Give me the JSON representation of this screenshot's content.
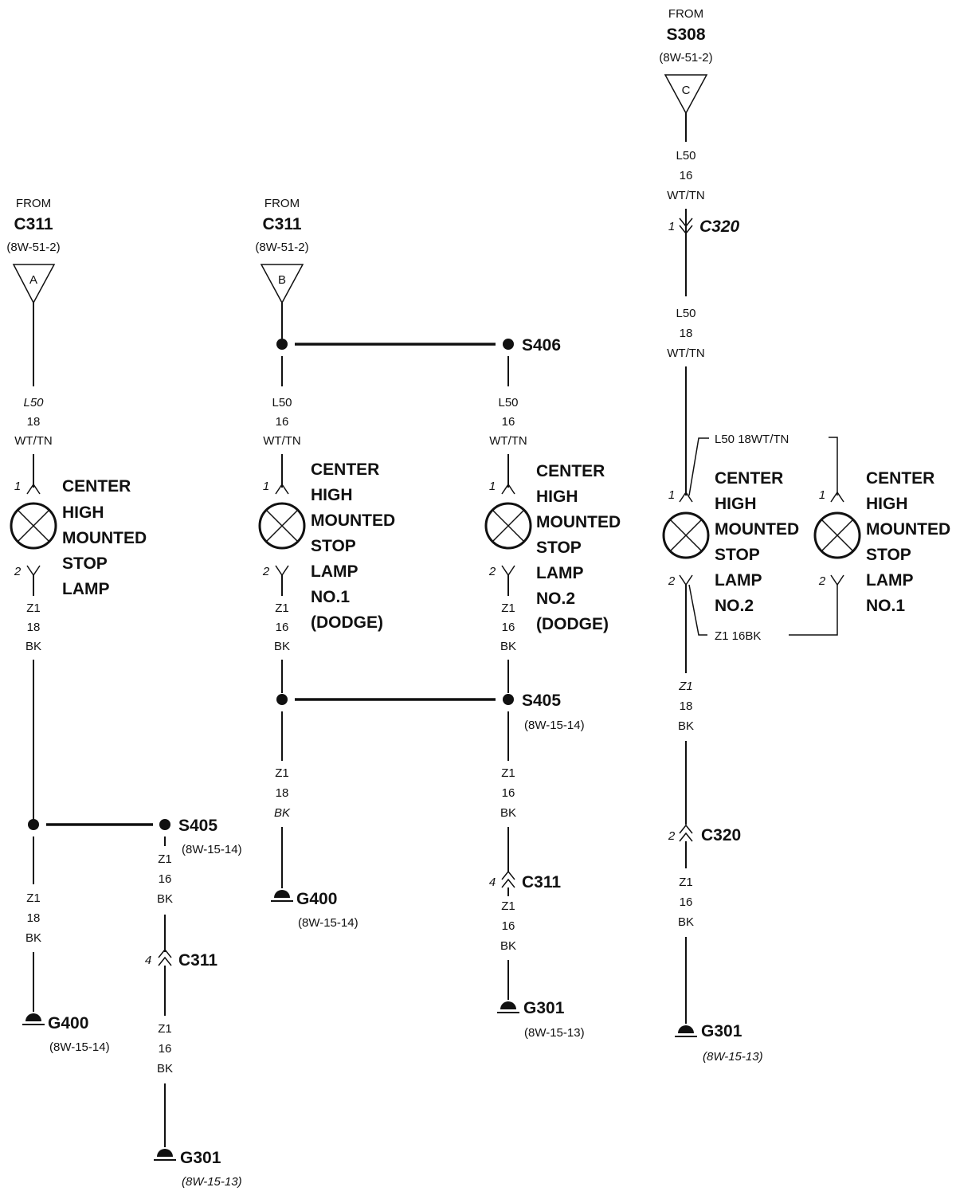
{
  "source_a": {
    "from": "FROM",
    "connector": "C311",
    "ref": "(8W-51-2)",
    "letter": "A"
  },
  "source_b": {
    "from": "FROM",
    "connector": "C311",
    "ref": "(8W-51-2)",
    "letter": "B"
  },
  "source_c": {
    "from": "FROM",
    "connector": "S308",
    "ref": "(8W-51-2)",
    "letter": "C"
  },
  "wire_l50_18": {
    "circuit": "L50",
    "gauge": "18",
    "color": "WT/TN"
  },
  "wire_l50_16": {
    "circuit": "L50",
    "gauge": "16",
    "color": "WT/TN"
  },
  "wire_z1_18": {
    "circuit": "Z1",
    "gauge": "18",
    "color": "BK"
  },
  "wire_z1_16": {
    "circuit": "Z1",
    "gauge": "16",
    "color": "BK"
  },
  "pins": {
    "p1": "1",
    "p2": "2",
    "p4": "4"
  },
  "lamp_a": [
    "CENTER",
    "HIGH",
    "MOUNTED",
    "STOP",
    "LAMP"
  ],
  "lamp_b1": [
    "CENTER",
    "HIGH",
    "MOUNTED",
    "STOP",
    "LAMP",
    "NO.1",
    "(DODGE)"
  ],
  "lamp_b2": [
    "CENTER",
    "HIGH",
    "MOUNTED",
    "STOP",
    "LAMP",
    "NO.2",
    "(DODGE)"
  ],
  "lamp_c2": [
    "CENTER",
    "HIGH",
    "MOUNTED",
    "STOP",
    "LAMP",
    "NO.2"
  ],
  "lamp_c1": [
    "CENTER",
    "HIGH",
    "MOUNTED",
    "STOP",
    "LAMP",
    "NO.1"
  ],
  "splices": {
    "s405": "S405",
    "s406": "S406",
    "s405_ref": "(8W-15-14)"
  },
  "connectors": {
    "c311": "C311",
    "c320": "C320"
  },
  "grounds": {
    "g400": "G400",
    "g400_ref": "(8W-15-14)",
    "g301": "G301",
    "g301_ref": "(8W-15-13)"
  },
  "branch_labels": {
    "l50_18wttn": "L50   18WT/TN",
    "z1_16bk": "Z1   16BK"
  }
}
